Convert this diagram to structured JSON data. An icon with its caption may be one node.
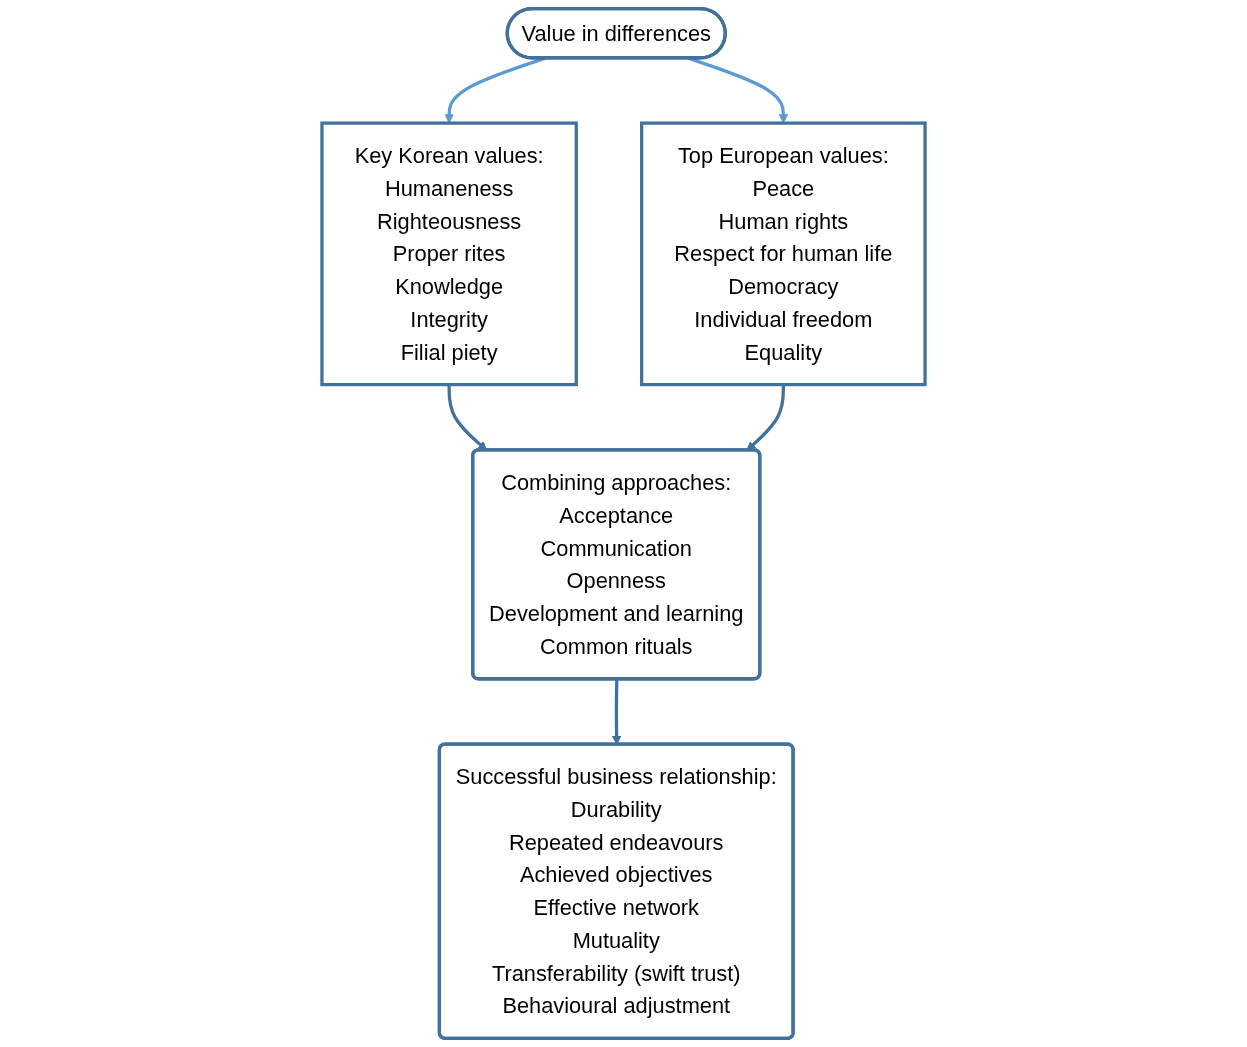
{
  "diagram": {
    "nodes": [
      {
        "text": [
          "Value in differences"
        ]
      },
      {
        "text": [
          "Key Korean values:",
          "Humaneness",
          "Righteousness",
          "Proper rites",
          "Knowledge",
          "Integrity",
          "Filial piety"
        ]
      },
      {
        "text": [
          "Combining approaches:",
          "Acceptance",
          "Communication",
          "Openness",
          "Development and learning",
          "Common rituals"
        ]
      },
      {
        "text": [
          "Top European values:",
          "Peace",
          "Human rights",
          "Respect for human life",
          "Democracy",
          "Individual freedom",
          "Equality"
        ]
      },
      {
        "text": [
          "Successful business relationship:",
          "Durability",
          "Repeated endeavours",
          "Achieved objectives",
          "Effective network",
          "Mutuality",
          "Transferability (swift trust)",
          "Behavioural adjustment"
        ]
      }
    ],
    "edges": [
      {
        "from": 0,
        "to": 1,
        "arrow": "to",
        "color": "#5b9bd5"
      },
      {
        "from": 0,
        "to": 3,
        "arrow": "to",
        "color": "#5b9bd5"
      },
      {
        "from": 1,
        "to": 2,
        "arrow": "to"
      },
      {
        "from": 3,
        "to": 2,
        "arrow": "to"
      },
      {
        "from": 2,
        "to": 4,
        "arrow": "to"
      }
    ]
  }
}
